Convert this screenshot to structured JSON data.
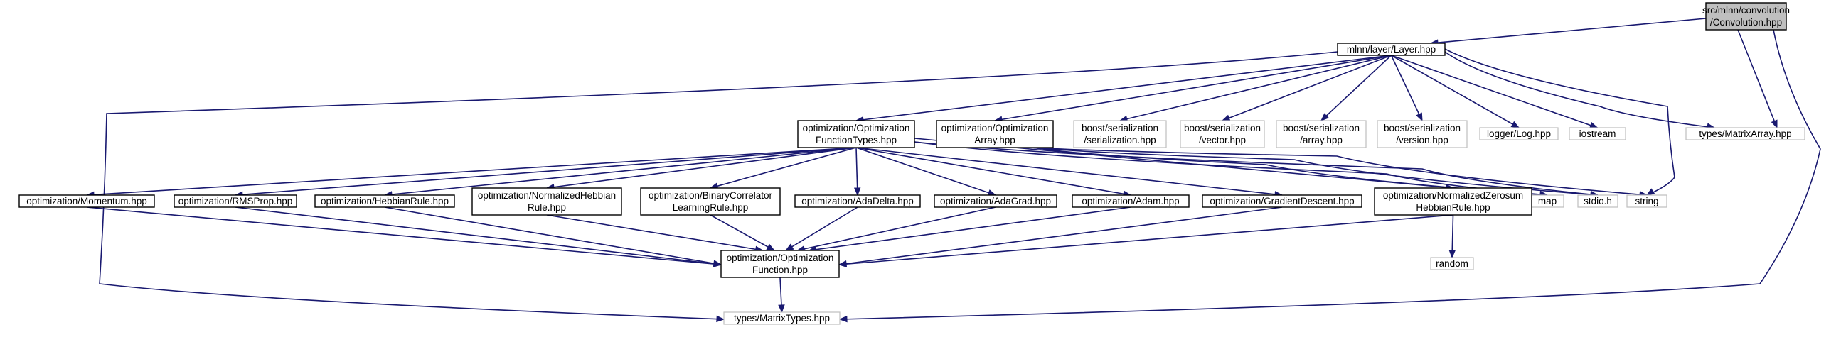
{
  "diagram": {
    "type": "include-dependency-graph",
    "nodes": [
      {
        "id": "conv",
        "lines": [
          "src/mlnn/convolution",
          "/Convolution.hpp"
        ],
        "style": "root"
      },
      {
        "id": "layer",
        "lines": [
          "mlnn/layer/Layer.hpp"
        ],
        "style": "doc"
      },
      {
        "id": "matarray",
        "lines": [
          "types/MatrixArray.hpp"
        ],
        "style": "ext"
      },
      {
        "id": "oft",
        "lines": [
          "optimization/Optimization",
          "FunctionTypes.hpp"
        ],
        "style": "doc"
      },
      {
        "id": "oarr",
        "lines": [
          "optimization/Optimization",
          "Array.hpp"
        ],
        "style": "doc"
      },
      {
        "id": "bser",
        "lines": [
          "boost/serialization",
          "/serialization.hpp"
        ],
        "style": "ext"
      },
      {
        "id": "bvec",
        "lines": [
          "boost/serialization",
          "/vector.hpp"
        ],
        "style": "ext"
      },
      {
        "id": "barr",
        "lines": [
          "boost/serialization",
          "/array.hpp"
        ],
        "style": "ext"
      },
      {
        "id": "bver",
        "lines": [
          "boost/serialization",
          "/version.hpp"
        ],
        "style": "ext"
      },
      {
        "id": "log",
        "lines": [
          "logger/Log.hpp"
        ],
        "style": "ext"
      },
      {
        "id": "iostream",
        "lines": [
          "iostream"
        ],
        "style": "ext"
      },
      {
        "id": "map",
        "lines": [
          "map"
        ],
        "style": "ext"
      },
      {
        "id": "stdio",
        "lines": [
          "stdio.h"
        ],
        "style": "ext"
      },
      {
        "id": "string",
        "lines": [
          "string"
        ],
        "style": "ext"
      },
      {
        "id": "momentum",
        "lines": [
          "optimization/Momentum.hpp"
        ],
        "style": "doc"
      },
      {
        "id": "rmsprop",
        "lines": [
          "optimization/RMSProp.hpp"
        ],
        "style": "doc"
      },
      {
        "id": "hebb",
        "lines": [
          "optimization/HebbianRule.hpp"
        ],
        "style": "doc"
      },
      {
        "id": "nhebb",
        "lines": [
          "optimization/NormalizedHebbian",
          "Rule.hpp"
        ],
        "style": "doc"
      },
      {
        "id": "bincorr",
        "lines": [
          "optimization/BinaryCorrelator",
          "LearningRule.hpp"
        ],
        "style": "doc"
      },
      {
        "id": "adadelta",
        "lines": [
          "optimization/AdaDelta.hpp"
        ],
        "style": "doc"
      },
      {
        "id": "adagrad",
        "lines": [
          "optimization/AdaGrad.hpp"
        ],
        "style": "doc"
      },
      {
        "id": "adam",
        "lines": [
          "optimization/Adam.hpp"
        ],
        "style": "doc"
      },
      {
        "id": "gd",
        "lines": [
          "optimization/GradientDescent.hpp"
        ],
        "style": "doc"
      },
      {
        "id": "nzhebb",
        "lines": [
          "optimization/NormalizedZerosum",
          "HebbianRule.hpp"
        ],
        "style": "doc"
      },
      {
        "id": "random",
        "lines": [
          "random"
        ],
        "style": "ext"
      },
      {
        "id": "of",
        "lines": [
          "optimization/Optimization",
          "Function.hpp"
        ],
        "style": "doc"
      },
      {
        "id": "mtypes",
        "lines": [
          "types/MatrixTypes.hpp"
        ],
        "style": "ext"
      }
    ],
    "edges": [
      [
        "conv",
        "layer"
      ],
      [
        "conv",
        "matarray"
      ],
      [
        "conv",
        "mtypes"
      ],
      [
        "layer",
        "oft"
      ],
      [
        "layer",
        "oarr"
      ],
      [
        "layer",
        "bser"
      ],
      [
        "layer",
        "bvec"
      ],
      [
        "layer",
        "barr"
      ],
      [
        "layer",
        "bver"
      ],
      [
        "layer",
        "log"
      ],
      [
        "layer",
        "iostream"
      ],
      [
        "layer",
        "matarray"
      ],
      [
        "layer",
        "string"
      ],
      [
        "layer",
        "mtypes"
      ],
      [
        "oft",
        "momentum"
      ],
      [
        "oft",
        "rmsprop"
      ],
      [
        "oft",
        "hebb"
      ],
      [
        "oft",
        "nhebb"
      ],
      [
        "oft",
        "bincorr"
      ],
      [
        "oft",
        "adadelta"
      ],
      [
        "oft",
        "adagrad"
      ],
      [
        "oft",
        "adam"
      ],
      [
        "oft",
        "gd"
      ],
      [
        "oft",
        "nzhebb"
      ],
      [
        "oft",
        "map"
      ],
      [
        "oft",
        "stdio"
      ],
      [
        "oarr",
        "map"
      ],
      [
        "oarr",
        "stdio"
      ],
      [
        "oarr",
        "string"
      ],
      [
        "momentum",
        "of"
      ],
      [
        "rmsprop",
        "of"
      ],
      [
        "hebb",
        "of"
      ],
      [
        "nhebb",
        "of"
      ],
      [
        "bincorr",
        "of"
      ],
      [
        "adadelta",
        "of"
      ],
      [
        "adagrad",
        "of"
      ],
      [
        "adam",
        "of"
      ],
      [
        "gd",
        "of"
      ],
      [
        "nzhebb",
        "of"
      ],
      [
        "nzhebb",
        "random"
      ],
      [
        "of",
        "mtypes"
      ]
    ],
    "colors": {
      "edge": "#191970",
      "node_border": "#000000",
      "external_border": "#bfbfbf",
      "root_fill": "#bfbfbf",
      "background": "#ffffff"
    }
  }
}
